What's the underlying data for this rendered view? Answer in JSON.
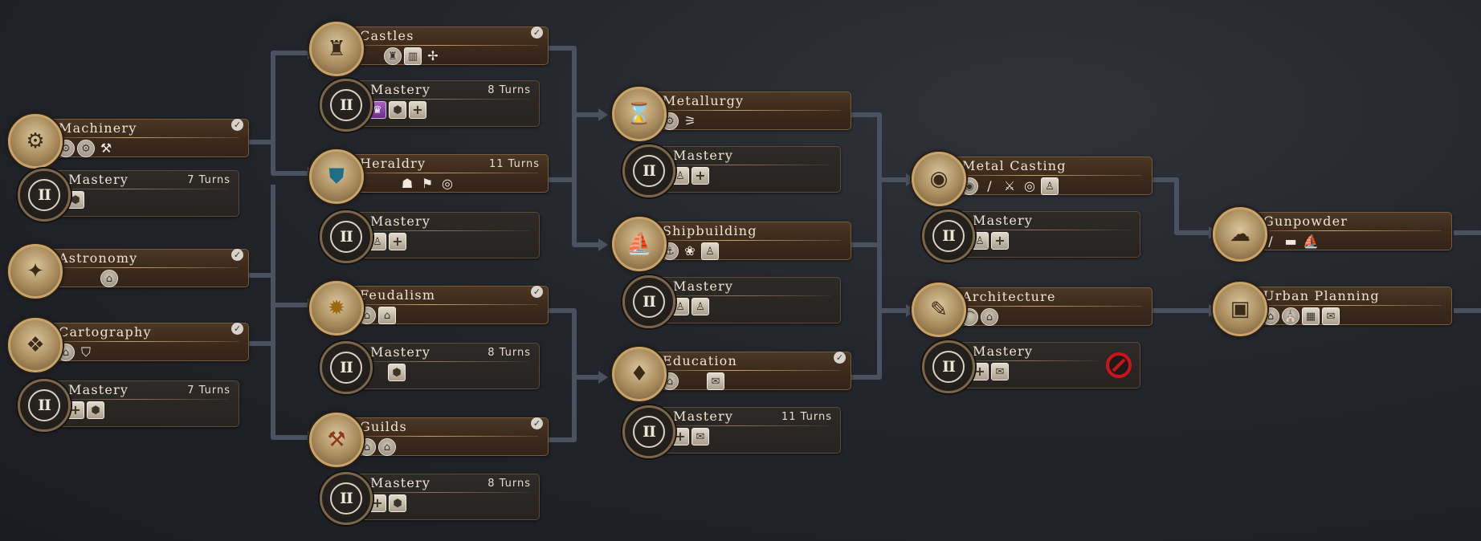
{
  "techs": {
    "machinery": {
      "name": "Machinery",
      "icons": [
        "gear-unit-icon",
        "gear-unit-icon",
        "crane-icon"
      ]
    },
    "astronomy": {
      "name": "Astronomy",
      "icons": [
        "building-icon"
      ]
    },
    "cartography": {
      "name": "Cartography",
      "icons": [
        "building-icon",
        "shield-icon"
      ]
    },
    "castles": {
      "name": "Castles",
      "icons": [
        "tower-icon",
        "wall-icon",
        "crossbow-icon"
      ]
    },
    "heraldry": {
      "name": "Heraldry",
      "turns": "11 Turns",
      "icons": [
        "helmet-icon",
        "flag-icon",
        "ring-icon"
      ]
    },
    "feudalism": {
      "name": "Feudalism",
      "icons": [
        "village-icon",
        "farm-icon"
      ]
    },
    "guilds": {
      "name": "Guilds",
      "icons": [
        "workshop-icon",
        "market-icon"
      ]
    },
    "metallurgy": {
      "name": "Metallurgy",
      "icons": [
        "foundry-icon",
        "trebuchet-icon"
      ]
    },
    "shipbuilding": {
      "name": "Shipbuilding",
      "icons": [
        "shipyard-icon",
        "lotus-icon",
        "citizen-icon"
      ]
    },
    "education": {
      "name": "Education",
      "icons": [
        "library-icon",
        "scroll-icon"
      ]
    },
    "metal_casting": {
      "name": "Metal Casting",
      "icons": [
        "metal-icon",
        "sword-icon",
        "crossed-swords-icon",
        "ring-icon",
        "citizen-icon"
      ]
    },
    "architecture": {
      "name": "Architecture",
      "icons": [
        "bridge-icon",
        "dome-icon"
      ]
    },
    "gunpowder": {
      "name": "Gunpowder",
      "icons": [
        "musket-icon",
        "cannon-icon",
        "galleon-icon"
      ]
    },
    "urban_planning": {
      "name": "Urban Planning",
      "icons": [
        "district-icon",
        "temple-icon",
        "map-icon",
        "scroll-icon"
      ]
    }
  },
  "masteries": {
    "machinery": {
      "name": "Mastery",
      "numeral": "II",
      "turns": "7 Turns",
      "icons": [
        "hexagon-icon"
      ]
    },
    "cartography": {
      "name": "Mastery",
      "numeral": "II",
      "turns": "7 Turns",
      "icons": [
        "plus-icon",
        "hexagon-icon"
      ]
    },
    "castles": {
      "name": "Mastery",
      "numeral": "II",
      "turns": "8 Turns",
      "icons": [
        "purple-crown-icon",
        "hexagon-icon",
        "plus-icon"
      ]
    },
    "heraldry": {
      "name": "Mastery",
      "numeral": "II",
      "icons": [
        "citizen-icon",
        "plus-icon"
      ]
    },
    "feudalism": {
      "name": "Mastery",
      "numeral": "II",
      "turns": "8 Turns",
      "icons": [
        "hexagon-icon"
      ]
    },
    "guilds": {
      "name": "Mastery",
      "numeral": "II",
      "turns": "8 Turns",
      "icons": [
        "plus-icon",
        "hexagon-icon"
      ]
    },
    "metallurgy": {
      "name": "Mastery",
      "numeral": "II",
      "icons": [
        "citizen-icon",
        "plus-icon"
      ]
    },
    "shipbuilding": {
      "name": "Mastery",
      "numeral": "II",
      "icons": [
        "citizen-icon",
        "citizen-icon"
      ]
    },
    "education": {
      "name": "Mastery",
      "numeral": "II",
      "turns": "11 Turns",
      "icons": [
        "plus-icon",
        "scroll-icon"
      ]
    },
    "metal_casting": {
      "name": "Mastery",
      "numeral": "II",
      "icons": [
        "citizen-icon",
        "plus-icon"
      ]
    },
    "architecture": {
      "name": "Mastery",
      "numeral": "II",
      "icons": [
        "plus-icon",
        "scroll-icon"
      ]
    }
  },
  "colors": {
    "accent_gold": "#c9a46a",
    "bar_brown": "#3e2b1c",
    "connector": "#4a5160",
    "blocked_red": "#c8141c"
  }
}
